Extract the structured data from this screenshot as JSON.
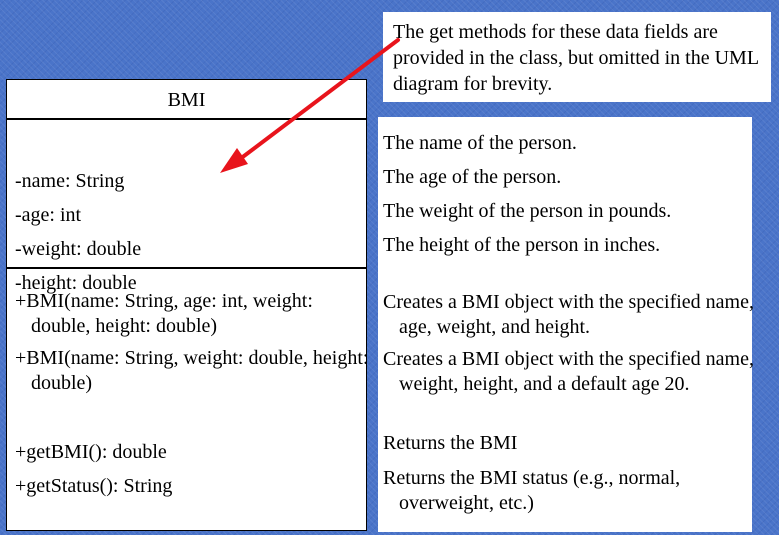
{
  "note": {
    "text": "The get methods for these data fields are provided in the class, but omitted in the UML diagram for brevity."
  },
  "uml": {
    "class_name": "BMI",
    "attributes": [
      "-name: String",
      "-age: int",
      "-weight: double",
      "-height: double"
    ],
    "operations": [
      "+BMI(name: String, age: int, weight: double, height: double)",
      "+BMI(name: String, weight: double, height: double)",
      "+getBMI(): double",
      "+getStatus(): String"
    ]
  },
  "descriptions": {
    "attributes": [
      "The name of the person.",
      "The age of the person.",
      "The weight of the person in pounds.",
      "The height of the person in inches."
    ],
    "operations": [
      "Creates a BMI object with the specified name, age, weight, and height.",
      "Creates a BMI object with the specified name, weight, height, and a default age 20.",
      "Returns the BMI",
      "Returns the BMI status (e.g., normal, overweight, etc.)"
    ]
  },
  "colors": {
    "background": "#4a74c9",
    "arrow": "#e8141c"
  }
}
